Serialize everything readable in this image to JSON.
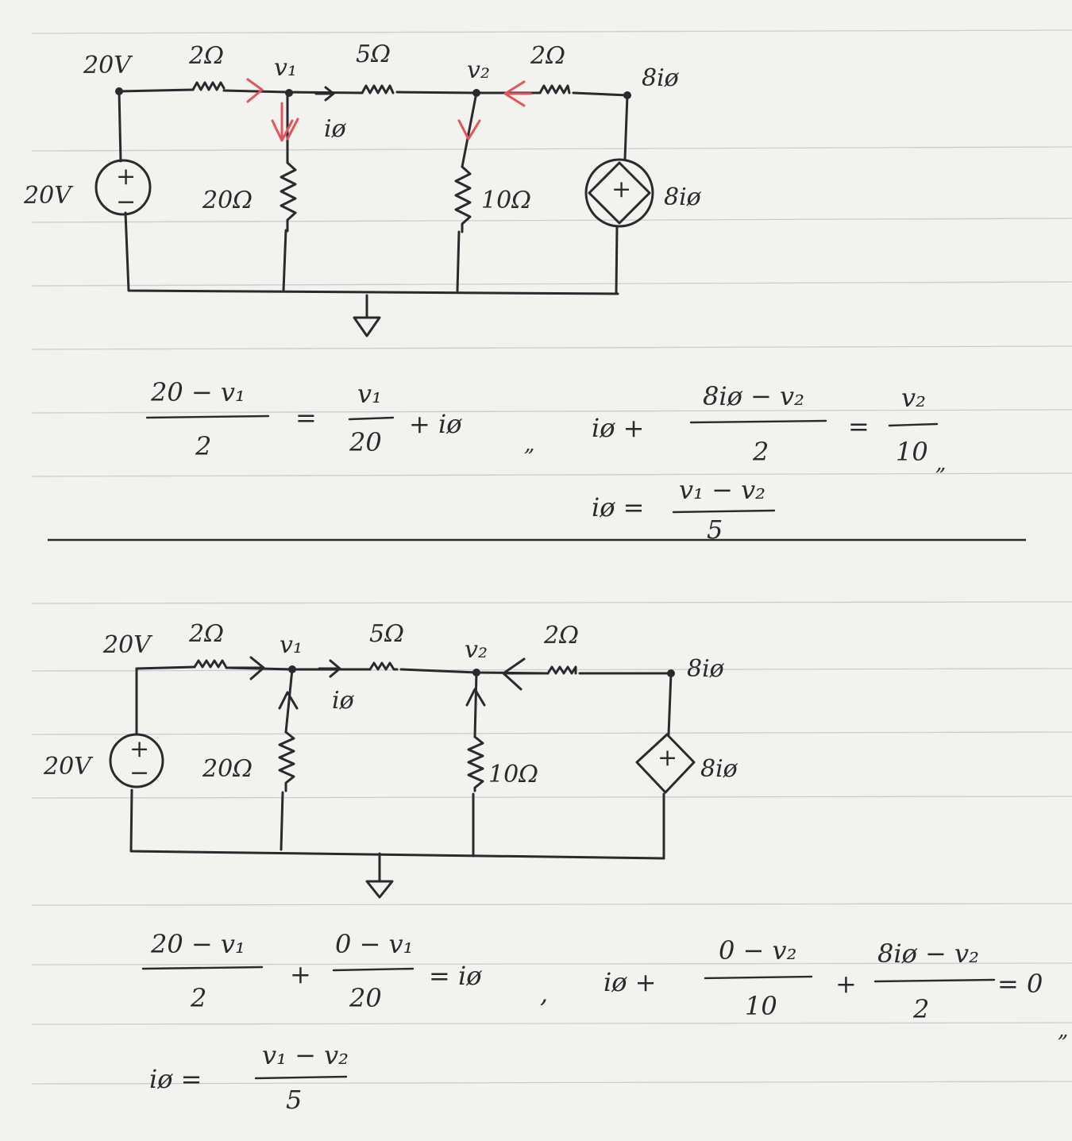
{
  "circuit1": {
    "src_node": "20V",
    "r_2a": "2Ω",
    "node_v1": "v₁",
    "r_5": "5Ω",
    "node_v2": "v₂",
    "r_2b": "2Ω",
    "node_dep": "8iø",
    "i_label": "iø",
    "src_label": "20V",
    "plus": "+",
    "minus": "−",
    "r_20": "20Ω",
    "r_10": "10Ω",
    "dep_label": "8iø"
  },
  "eq1": {
    "a_num": "20 − v₁",
    "a_den": "2",
    "a_eq": "=",
    "a_rhs_num": "v₁",
    "a_rhs_den": "20",
    "a_tail": "+ iø",
    "sep1": "„",
    "b_lhs": "iø +",
    "b_num": "8iø − v₂",
    "b_den": "2",
    "b_eq": "=",
    "b_rhs_num": "v₂",
    "b_rhs_den": "10",
    "sep2": "„",
    "c_lhs": "iø =",
    "c_num": "v₁ − v₂",
    "c_den": "5"
  },
  "circuit2": {
    "src_node": "20V",
    "r_2a": "2Ω",
    "node_v1": "v₁",
    "r_5": "5Ω",
    "node_v2": "v₂",
    "r_2b": "2Ω",
    "node_dep": "8iø",
    "i_label": "iø",
    "src_label": "20V",
    "plus": "+",
    "minus": "−",
    "r_20": "20Ω",
    "r_10": "10Ω",
    "dep_label": "8iø"
  },
  "eq2": {
    "a_num": "20 − v₁",
    "a_den": "2",
    "a_plus": "+",
    "a2_num": "0 − v₁",
    "a2_den": "20",
    "a_rhs": "= iø",
    "sep1": ",",
    "b_lhs": "iø +",
    "b_num": "0 − v₂",
    "b_den": "10",
    "b_plus": "+",
    "b2_num": "8iø − v₂",
    "b2_den": "2",
    "b_rhs": "= 0",
    "sep2": "„",
    "c_lhs": "iø =",
    "c_num": "v₁ − v₂",
    "c_den": "5"
  },
  "colors": {
    "ink": "#2a2a2e",
    "red_ink": "#e2555c",
    "paper": "#f2f2ef",
    "ruled_line": "#c9cdd2"
  }
}
